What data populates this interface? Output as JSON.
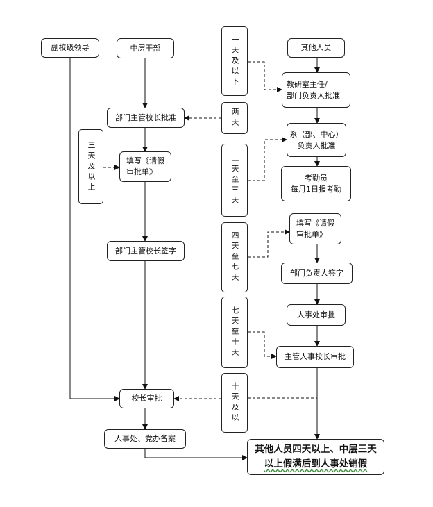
{
  "nodes": {
    "vice_principal": "副校级领导",
    "middle_cadre": "中层干部",
    "other_staff": "其他人员",
    "dept_head_principal_approve": "部门主管校长批准",
    "fill_form_left": "填写《请假\n审批单》",
    "dept_head_principal_sign": "部门主管校长签字",
    "principal_approve": "校长审批",
    "hr_office_record": "人事处、党办备案",
    "teaching_director_approve": "教研室主任/\n部门负责人批准",
    "faculty_approve": "系（部、中心）\n负责人批准",
    "attendance_clerk": "考勤员\n每月1日报考勤",
    "fill_form_right": "填写《请假\n审批单》",
    "dept_head_sign": "部门负责人签字",
    "hr_approve": "人事处审批",
    "hr_principal_approve": "主管人事校长审批",
    "final_note_line1": "其他人员四天以上、中层三天",
    "final_note_line2": "以上假满后到人事处销假"
  },
  "durations": {
    "one_day_or_less": "一天及以下",
    "two_days": "两天",
    "three_plus": "三天及以上",
    "two_to_three": "二天至三天",
    "four_to_seven": "四天至七天",
    "seven_to_ten": "七天至十天",
    "ten_plus": "十天及以"
  }
}
